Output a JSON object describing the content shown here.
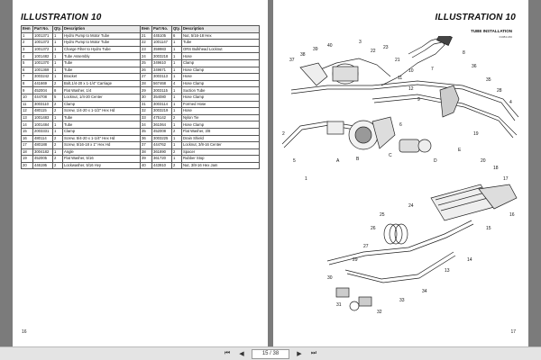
{
  "left_page": {
    "title": "ILLUSTRATION 10",
    "page_number": "16",
    "table_headers": [
      "Item",
      "Part No.",
      "Qty.",
      "Description",
      "Item",
      "Part No.",
      "Qty.",
      "Description"
    ],
    "rows_left": [
      [
        "1",
        "1001371",
        "1",
        "Hydro Pump to Motor Tube"
      ],
      [
        "2",
        "1001373",
        "1",
        "Hydro Pump to Motor Tube"
      ],
      [
        "3",
        "1001372",
        "1",
        "Charge Filter to Hydro Tube"
      ],
      [
        "4",
        "1001482",
        "1",
        "Tube Assembly"
      ],
      [
        "5",
        "1001370",
        "1",
        "Tube"
      ],
      [
        "6",
        "1001369",
        "1",
        "Tube"
      ],
      [
        "7",
        "3003242",
        "1",
        "Bracket"
      ],
      [
        "8",
        "441669",
        "2",
        "Bolt,1/4-20 x 1-1/4\" Carriage"
      ],
      [
        "9",
        "452004",
        "8",
        "Flat Washer, 1/4"
      ],
      [
        "10",
        "444708",
        "5",
        "Locknut, 1/4-20 Center"
      ],
      [
        "11",
        "3003110",
        "2",
        "Clamp"
      ],
      [
        "12",
        "480115",
        "2",
        "Screw, 1/4-20 x 1-1/2\" Hex Hd"
      ],
      [
        "13",
        "1001483",
        "1",
        "Tube"
      ],
      [
        "14",
        "1001484",
        "1",
        "Tube"
      ],
      [
        "15",
        "2003331",
        "1",
        "Clamp"
      ],
      [
        "16",
        "480114",
        "2",
        "Screw, 5/4-20 x 1-1/4\" Hex Hd"
      ],
      [
        "17",
        "480188",
        "2",
        "Screw, 5/16-18 x 1\" Hex Hd"
      ],
      [
        "18",
        "3004182",
        "1",
        "Angle"
      ],
      [
        "19",
        "452005",
        "2",
        "Flat Washer, 5/16"
      ],
      [
        "20",
        "446195",
        "2",
        "Lockwasher, 5/16 Hvy"
      ]
    ],
    "rows_right": [
      [
        "21",
        "445105",
        "6",
        "Nut, 5/16-18 Hex"
      ],
      [
        "22",
        "1001147",
        "1",
        "Tube"
      ],
      [
        "23",
        "359983",
        "1",
        "ORS Bulkhead Locknut"
      ],
      [
        "24",
        "3003218",
        "1",
        "Hose"
      ],
      [
        "25",
        "349610",
        "1",
        "Clamp"
      ],
      [
        "26",
        "349671",
        "1",
        "Hose Clamp"
      ],
      [
        "27",
        "3003113",
        "1",
        "Hose"
      ],
      [
        "28",
        "567468",
        "4",
        "Hose Clamp"
      ],
      [
        "29",
        "3003115",
        "1",
        "Suction Tube"
      ],
      [
        "30",
        "354080",
        "1",
        "Hose Clamp"
      ],
      [
        "31",
        "3003114",
        "1",
        "Formed Hose"
      ],
      [
        "32",
        "3003219",
        "1",
        "Hose"
      ],
      [
        "33",
        "475142",
        "2",
        "Nylon Tie"
      ],
      [
        "34",
        "361064",
        "1",
        "Hose Clamp"
      ],
      [
        "35",
        "452008",
        "2",
        "Flat Washer, 3/8"
      ],
      [
        "36",
        "3003225",
        "1",
        "Drain Shield"
      ],
      [
        "37",
        "444762",
        "1",
        "Locknut, 3/8-16 Center"
      ],
      [
        "38",
        "361890",
        "2",
        "Spacer"
      ],
      [
        "39",
        "361720",
        "1",
        "Rubber Stop"
      ],
      [
        "40",
        "443910",
        "2",
        "Nut, 3/8-16 Hex Jam"
      ]
    ]
  },
  "right_page": {
    "title": "ILLUSTRATION 10",
    "subtitle": "TUBE INSTALLATION",
    "doc_code": "01084-182",
    "page_number": "17",
    "callouts": [
      "37",
      "38",
      "39",
      "40",
      "3",
      "22",
      "23",
      "21",
      "10",
      "11",
      "12",
      "9",
      "7",
      "8",
      "36",
      "35",
      "28",
      "4",
      "6",
      "2",
      "5",
      "1",
      "A",
      "B",
      "C",
      "D",
      "E",
      "19",
      "20",
      "18",
      "17",
      "24",
      "25",
      "26",
      "27",
      "29",
      "30",
      "31",
      "32",
      "33",
      "34",
      "13",
      "14",
      "15",
      "16"
    ]
  },
  "toolbar": {
    "current_page": "15",
    "page_count_text": "/ 38"
  },
  "icons": [
    "nav-first-icon",
    "nav-prev-icon",
    "nav-next-icon",
    "nav-last-icon"
  ]
}
